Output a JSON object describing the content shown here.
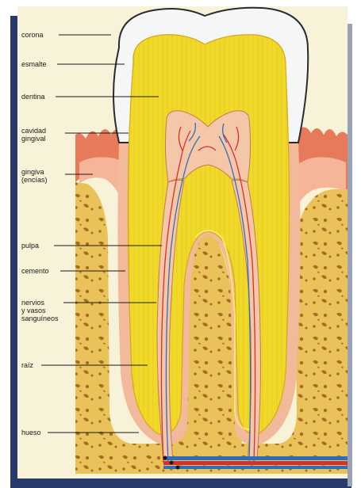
{
  "labels": {
    "corona": "corona",
    "esmalte": "esmalte",
    "dentina": "dentina",
    "cavidad_gingival": "cavidad\ngingival",
    "gingiva": "gingiva\n(encías)",
    "pulpa": "pulpa",
    "cemento": "cemento",
    "nervios": "nervios\ny vasos\nsanguíneos",
    "raiz": "raíz",
    "hueso": "hueso"
  },
  "colors": {
    "enamel": "#f4f6f8",
    "dentin": "#f2dc2a",
    "dentin_light": "#f7ea6a",
    "pulp": "#f4c7a8",
    "gum": "#e67a5a",
    "gum_light": "#f5b596",
    "bone": "#e9c25a",
    "bone_spots": "#a86b22",
    "artery": "#d62f2f",
    "vein": "#2c6fc0",
    "frame_shadow": "#283a6c"
  }
}
